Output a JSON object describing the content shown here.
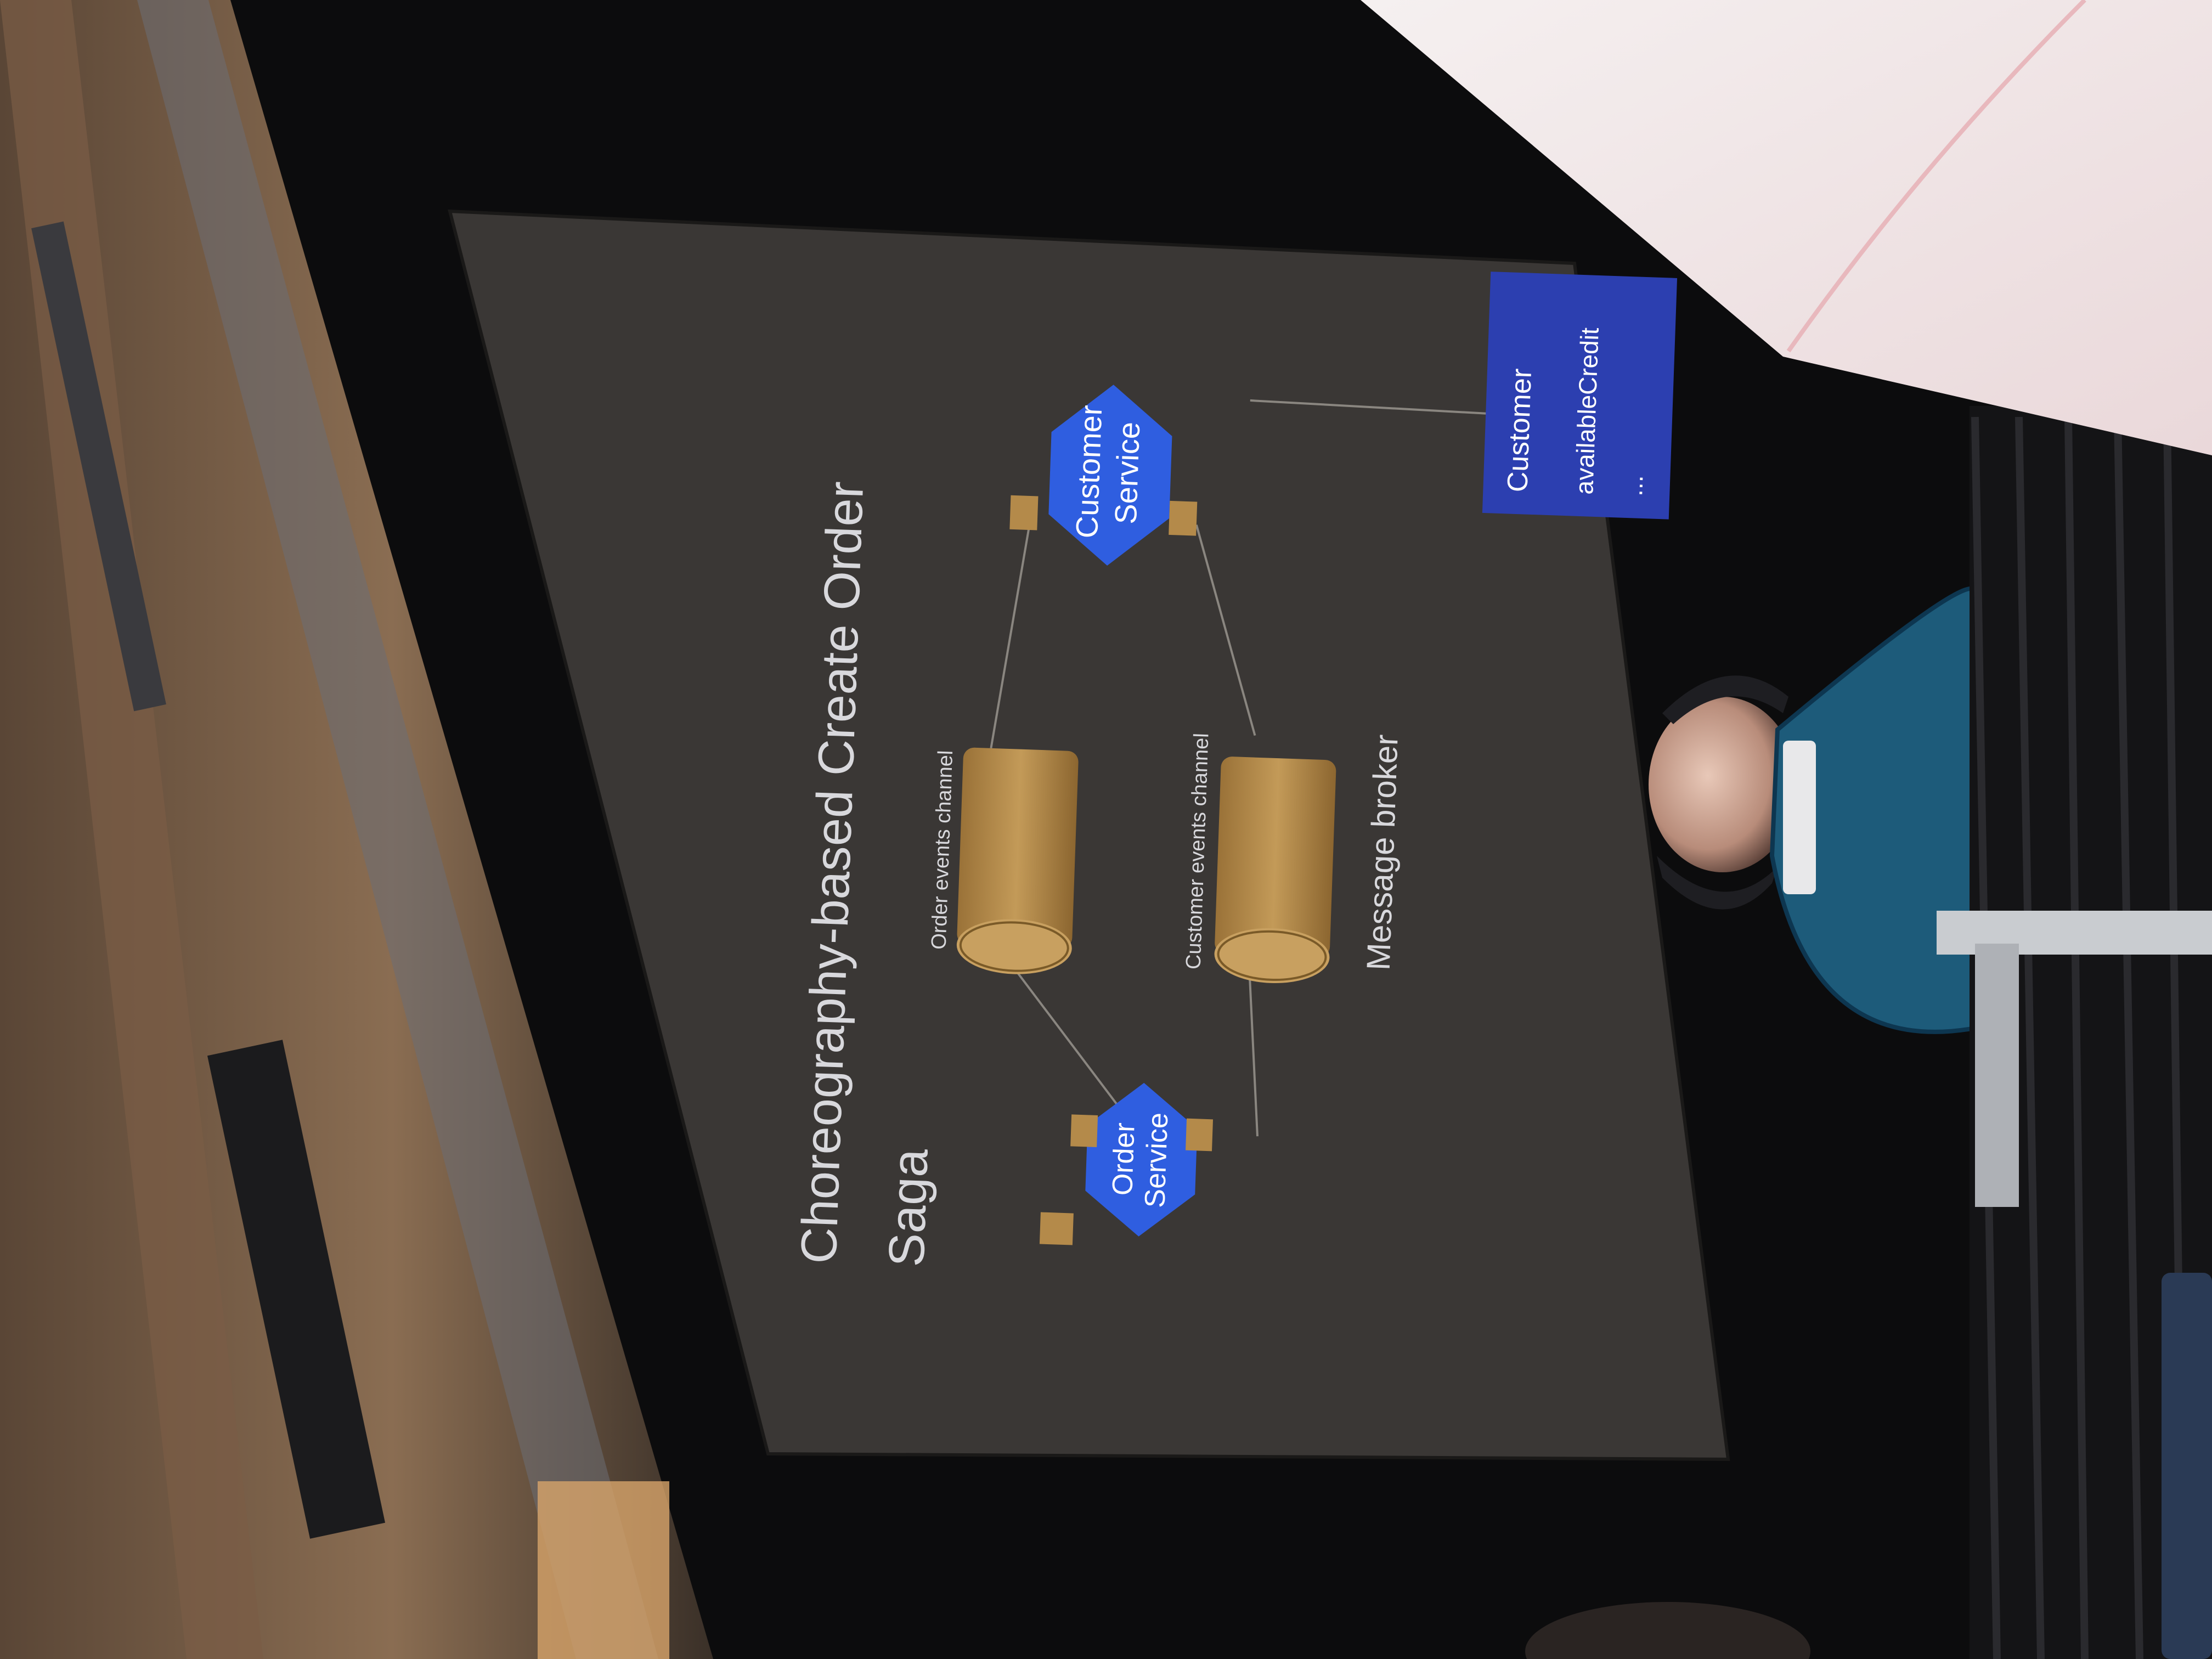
{
  "slide": {
    "title_line1": "Choreography-based Create Order",
    "title_line2": "Saga",
    "order_service": {
      "line1": "Order",
      "line2": "Service"
    },
    "customer_service": {
      "line1": "Customer",
      "line2": "Service"
    },
    "order_events_channel": "Order events channel",
    "customer_events_channel": "Customer events channel",
    "message_broker": "Message broker",
    "customer_entity": {
      "line1": "Customer",
      "line2": "availableCredit",
      "line3": "..."
    }
  },
  "colors": {
    "screen_bg": "#3a3735",
    "service_blue": "#2f5ee0",
    "port_tan": "#b48a4a",
    "channel_tan": "#b8894a",
    "entity_blue": "#2c3fb0",
    "slide_text": "#d8d8dc"
  }
}
